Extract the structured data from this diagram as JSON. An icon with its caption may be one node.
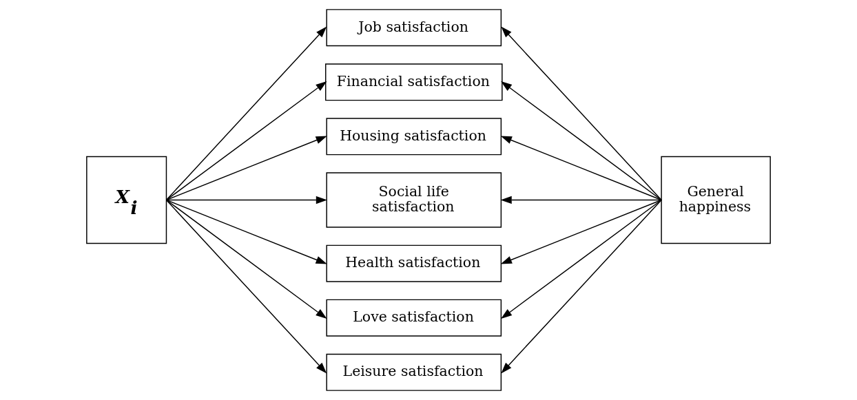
{
  "diagram": {
    "nodes": [
      {
        "text": [
          "X$_{i}$"
        ]
      },
      {
        "text": [
          "Job satisfaction"
        ]
      },
      {
        "text": [
          "Financial satisfaction"
        ]
      },
      {
        "text": [
          "Housing satisfaction"
        ]
      },
      {
        "text": [
          "Social life satisfaction"
        ]
      },
      {
        "text": [
          "Health satisfaction"
        ]
      },
      {
        "text": [
          "Love satisfaction"
        ]
      },
      {
        "text": [
          "Leisure satisfaction"
        ]
      },
      {
        "text": [
          "General happiness"
        ]
      }
    ],
    "edges": [
      {
        "from": 0,
        "to": 1,
        "arrow": "to"
      },
      {
        "from": 0,
        "to": 2,
        "arrow": "to"
      },
      {
        "from": 0,
        "to": 3,
        "arrow": "to"
      },
      {
        "from": 0,
        "to": 4,
        "arrow": "to"
      },
      {
        "from": 0,
        "to": 5,
        "arrow": "to"
      },
      {
        "from": 0,
        "to": 6,
        "arrow": "to"
      },
      {
        "from": 0,
        "to": 7,
        "arrow": "to"
      },
      {
        "from": 8,
        "to": 1,
        "arrow": "to"
      },
      {
        "from": 8,
        "to": 2,
        "arrow": "to"
      },
      {
        "from": 8,
        "to": 3,
        "arrow": "to"
      },
      {
        "from": 8,
        "to": 4,
        "arrow": "to"
      },
      {
        "from": 8,
        "to": 5,
        "arrow": "to"
      },
      {
        "from": 8,
        "to": 6,
        "arrow": "to"
      },
      {
        "from": 8,
        "to": 7,
        "arrow": "to"
      }
    ]
  }
}
